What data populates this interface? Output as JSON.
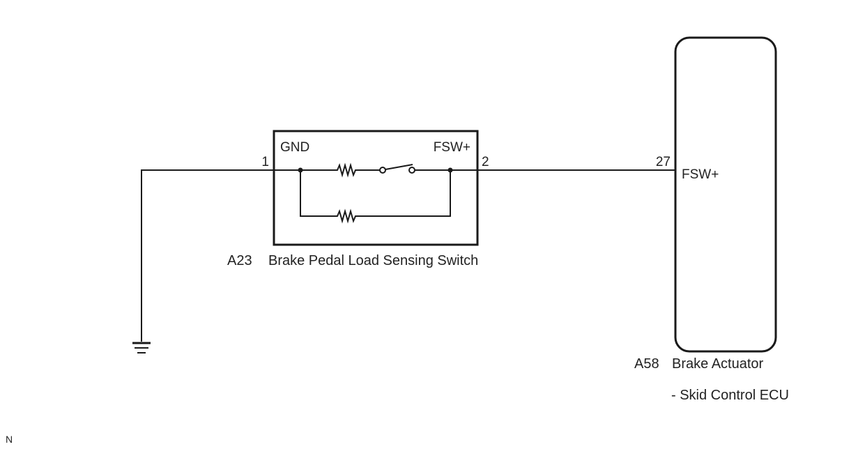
{
  "diagram": {
    "type": "wiring-diagram",
    "line_color": "#1a1a1a",
    "components": {
      "switch": {
        "code": "A23",
        "name": "Brake Pedal Load Sensing Switch",
        "terminals": [
          {
            "pin": "1",
            "label": "GND"
          },
          {
            "pin": "2",
            "label": "FSW+"
          }
        ]
      },
      "ecu": {
        "code": "A58",
        "name_line1": "Brake Actuator",
        "name_line2": "- Skid Control ECU",
        "terminals": [
          {
            "pin": "27",
            "label": "FSW+"
          }
        ]
      },
      "ground": {
        "icon": "ground-icon"
      }
    },
    "wires": [
      {
        "from": "ground",
        "to": "A23 pin 1"
      },
      {
        "from": "A23 pin 2",
        "to": "A58 pin 27"
      }
    ],
    "internal_circuit": {
      "upper_branch": [
        "resistor",
        "switch-open"
      ],
      "lower_branch": [
        "resistor"
      ]
    },
    "corner_mark": "N"
  }
}
